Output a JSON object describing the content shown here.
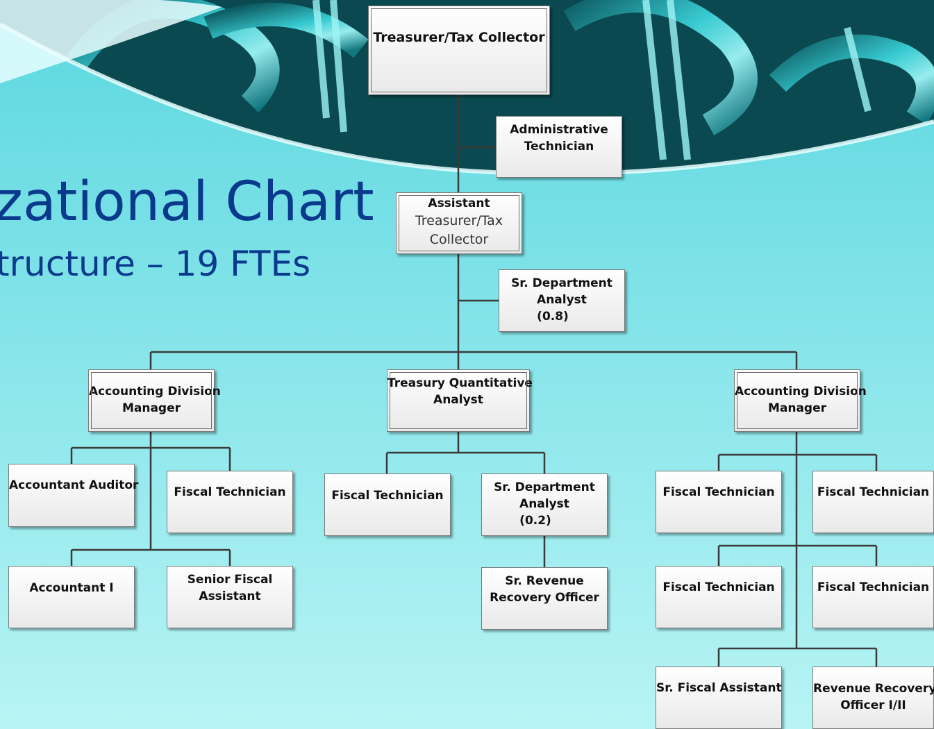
{
  "slide": {
    "title_fragment": "zational Chart",
    "subtitle_fragment": "tructure – 19 FTEs"
  },
  "colors": {
    "background": "#7fe3ea",
    "title_blue": "#0a3a8c",
    "connector": "#3a3a3a"
  },
  "org": {
    "treasurer": "Treasurer/Tax Collector",
    "admin_tech": [
      "Administrative",
      "Technician"
    ],
    "assistant": [
      "Assistant",
      "Treasurer/Tax",
      "Collector"
    ],
    "sr_analyst_08": [
      "Sr. Department",
      "Analyst",
      "(0.8)"
    ],
    "acct_mgr_left": [
      "Accounting Division",
      "Manager"
    ],
    "treasury_analyst": [
      "Treasury Quantitative",
      "Analyst"
    ],
    "acct_mgr_right": [
      "Accounting Division",
      "Manager"
    ],
    "accountant_auditor": "Accountant Auditor",
    "fiscal_tech_left": "Fiscal Technician",
    "accountant_i": "Accountant I",
    "senior_fiscal_assistant": [
      "Senior Fiscal",
      "Assistant"
    ],
    "fiscal_tech_center": "Fiscal Technician",
    "sr_analyst_02": [
      "Sr. Department",
      "Analyst",
      "(0.2)"
    ],
    "sr_revenue_officer": [
      "Sr. Revenue",
      "Recovery Officer"
    ],
    "fiscal_tech_r1": "Fiscal Technician",
    "fiscal_tech_r2": "Fiscal Technician",
    "fiscal_tech_r3": "Fiscal Technician",
    "fiscal_tech_r4": "Fiscal Technician",
    "sr_fiscal_assistant": "Sr. Fiscal Assistant",
    "revenue_recovery_officer": [
      "Revenue Recovery",
      "Officer I/II"
    ]
  }
}
